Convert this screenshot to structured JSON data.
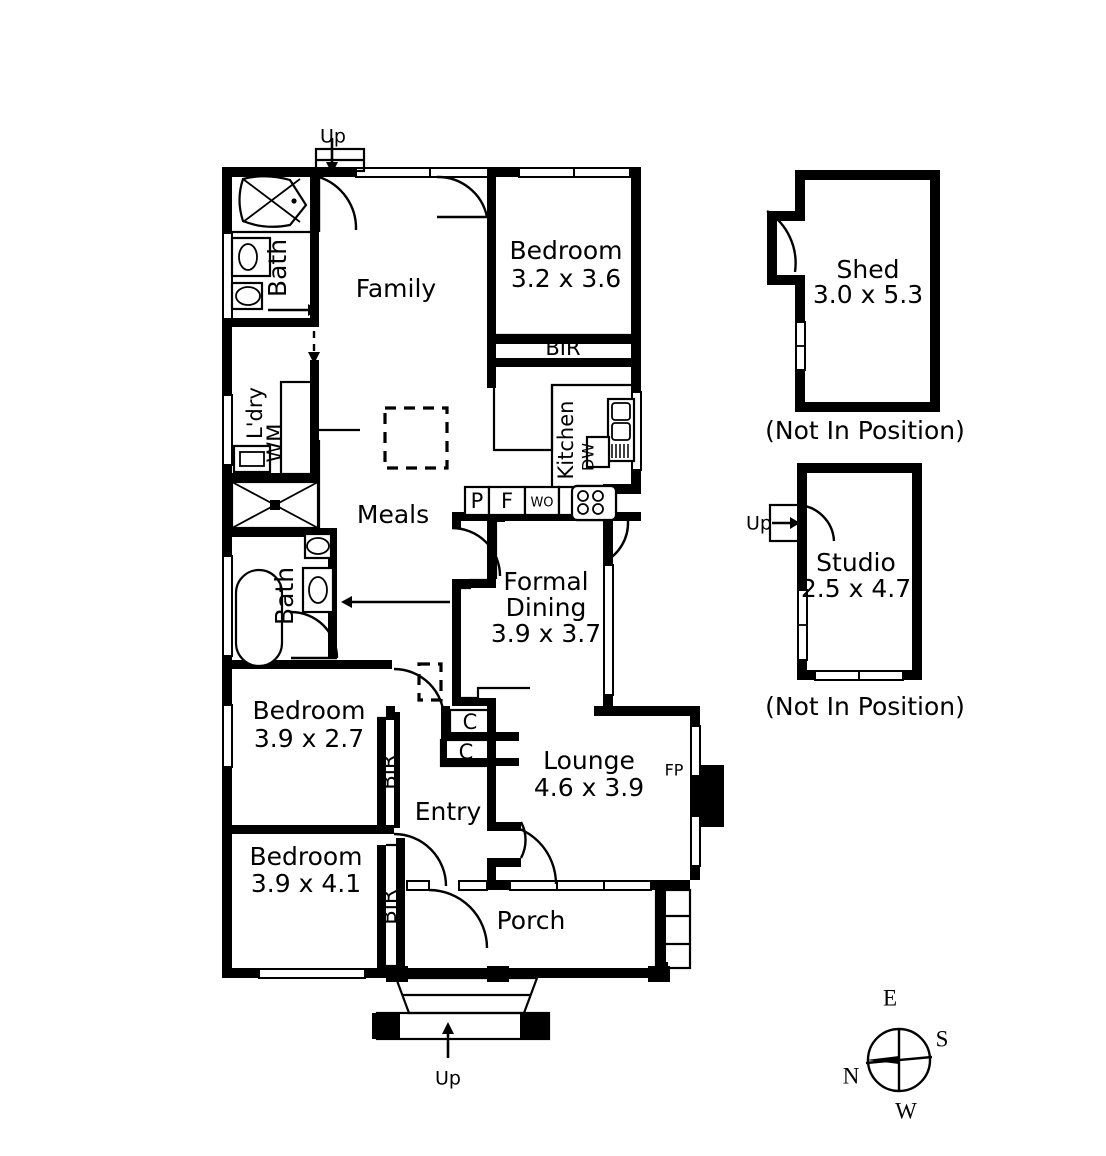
{
  "document": {
    "type": "real-estate-floor-plan",
    "background_color": "#ffffff",
    "line_color": "#000000"
  },
  "main_dwelling": {
    "rooms": [
      {
        "id": "bath-north",
        "name": "Bath",
        "dimensions": "",
        "label_rotation": -90
      },
      {
        "id": "family",
        "name": "Family",
        "dimensions": ""
      },
      {
        "id": "bedroom-north",
        "name": "Bedroom",
        "dimensions": "3.2 x 3.6"
      },
      {
        "id": "laundry",
        "name": "L'dry",
        "dimensions": "",
        "label_rotation": -90
      },
      {
        "id": "kitchen",
        "name": "Kitchen",
        "dimensions": "",
        "label_rotation": -90
      },
      {
        "id": "meals",
        "name": "Meals",
        "dimensions": ""
      },
      {
        "id": "bath-south",
        "name": "Bath",
        "dimensions": "",
        "label_rotation": -90
      },
      {
        "id": "formal-dining",
        "name": "Formal Dining",
        "dimensions": "3.9 x 3.7"
      },
      {
        "id": "bedroom-mid",
        "name": "Bedroom",
        "dimensions": "3.9 x 2.7"
      },
      {
        "id": "lounge",
        "name": "Lounge",
        "dimensions": "4.6 x 3.9"
      },
      {
        "id": "entry",
        "name": "Entry",
        "dimensions": ""
      },
      {
        "id": "bedroom-south",
        "name": "Bedroom",
        "dimensions": "3.9 x 4.1"
      },
      {
        "id": "porch",
        "name": "Porch",
        "dimensions": ""
      }
    ],
    "annotations": {
      "bir_north": "BIR",
      "bir_mid": "BIR",
      "bir_south": "BIR",
      "closet_1": "C",
      "closet_2": "C",
      "fireplace": "FP",
      "washing_machine": "WM",
      "pantry": "P",
      "fridge": "F",
      "wall_oven": "WO",
      "dishwasher": "DW",
      "stairs_up_north": "Up",
      "stairs_up_porch": "Up"
    }
  },
  "outbuildings": [
    {
      "id": "shed",
      "name": "Shed",
      "dimensions": "3.0 x 5.3",
      "note": "(Not In Position)",
      "stairs": ""
    },
    {
      "id": "studio",
      "name": "Studio",
      "dimensions": "2.5 x 4.7",
      "note": "(Not In Position)",
      "stairs": "Up"
    }
  ],
  "compass": {
    "name": "compass-rose",
    "top": "E",
    "right": "S",
    "bottom": "W",
    "left": "N"
  }
}
